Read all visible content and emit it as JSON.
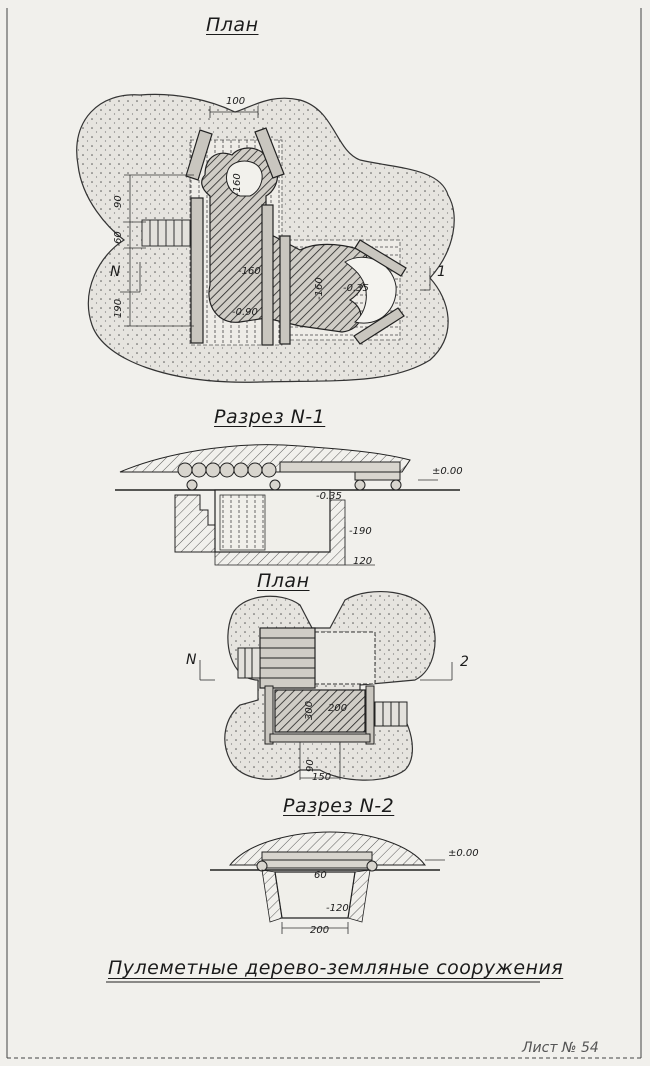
{
  "titles": {
    "plan_1": "План",
    "section_1": "Разрез N-1",
    "plan_2": "План",
    "section_2": "Разрез N-2"
  },
  "plan_1": {
    "dims": [
      "100",
      "90",
      "60",
      "190"
    ],
    "levels": [
      "-160",
      "-160",
      "-0.35",
      "-0.90",
      "-160"
    ],
    "north": "N",
    "section_mark": "1"
  },
  "section_1": {
    "levels": [
      "±0.00",
      "-0.35",
      "-190"
    ],
    "dims": [
      "120"
    ]
  },
  "plan_2": {
    "dims": [
      "300",
      "200",
      "90",
      "150"
    ],
    "north": "N",
    "section_mark": "2"
  },
  "section_2": {
    "levels": [
      "±0.00",
      "-120"
    ],
    "dims": [
      "60",
      "200"
    ]
  },
  "caption": "Пулеметные дерево-земляные сооружения",
  "sheet_number": "Лист № 54"
}
